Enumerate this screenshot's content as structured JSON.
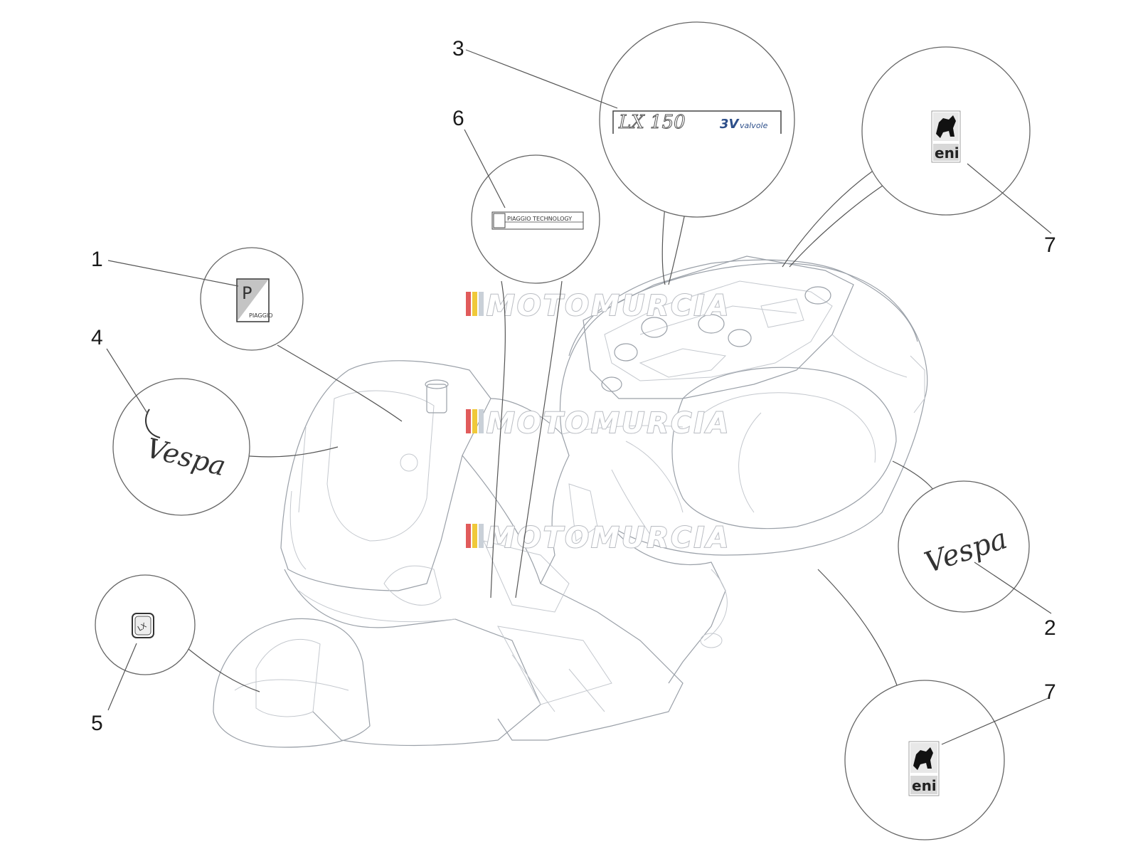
{
  "watermark": {
    "text": "MOTOMURCIA",
    "stripe_colors": [
      "#e15b5b",
      "#f0c93a",
      "#c9d0d8"
    ]
  },
  "callouts": [
    {
      "number": "1",
      "part": "piaggio-badge-icon",
      "badge_text": "PIAGGIO",
      "badge_letter": "P"
    },
    {
      "number": "4",
      "part": "vespa-script-badge",
      "logo_text": "Vespa"
    },
    {
      "number": "6",
      "part": "piaggio-technology-plate",
      "plate_text": "PIAGGIO TECHNOLOGY"
    },
    {
      "number": "3",
      "part": "model-plate",
      "plate_main": "LX 150",
      "plate_sub": "3V",
      "plate_tail": "valvole"
    },
    {
      "number": "7",
      "part": "eni-sticker-top",
      "logo_text": "eni"
    },
    {
      "number": "2",
      "part": "vespa-script-badge-side",
      "logo_text": "Vespa"
    },
    {
      "number": "5",
      "part": "lx-badge",
      "badge_text": "LX"
    },
    {
      "number": "7",
      "part": "eni-sticker-bottom",
      "logo_text": "eni"
    }
  ],
  "colors": {
    "line": "#9aa0a8",
    "callout_stroke": "#666666",
    "number": "#1a1a1a"
  }
}
